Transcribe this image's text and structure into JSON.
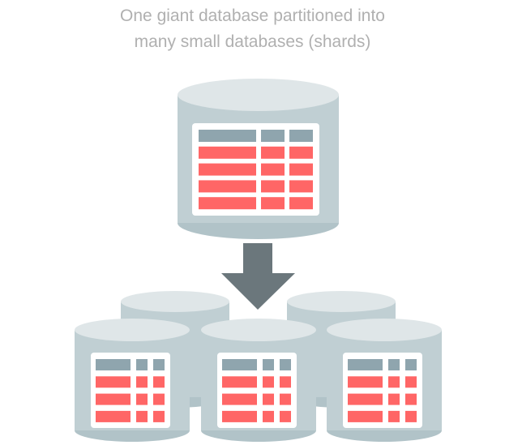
{
  "title": {
    "line1": "One giant database partitioned into",
    "line2": "many small databases (shards)"
  },
  "colors": {
    "cylinder_top": "#dfe6e8",
    "cylinder_body": "#c0cfd3",
    "cylinder_bottom": "#b1c3c8",
    "table_header": "#8fa5ae",
    "table_row": "#ff6666",
    "table_bg": "#ffffff",
    "arrow": "#6b777c"
  },
  "diagram": {
    "source": {
      "label": "giant-database",
      "rows": 4
    },
    "shards": [
      {
        "label": "shard-back-left",
        "rows": 0
      },
      {
        "label": "shard-back-right",
        "rows": 0
      },
      {
        "label": "shard-front-left",
        "rows": 3
      },
      {
        "label": "shard-front-center",
        "rows": 3
      },
      {
        "label": "shard-front-right",
        "rows": 3
      }
    ]
  }
}
